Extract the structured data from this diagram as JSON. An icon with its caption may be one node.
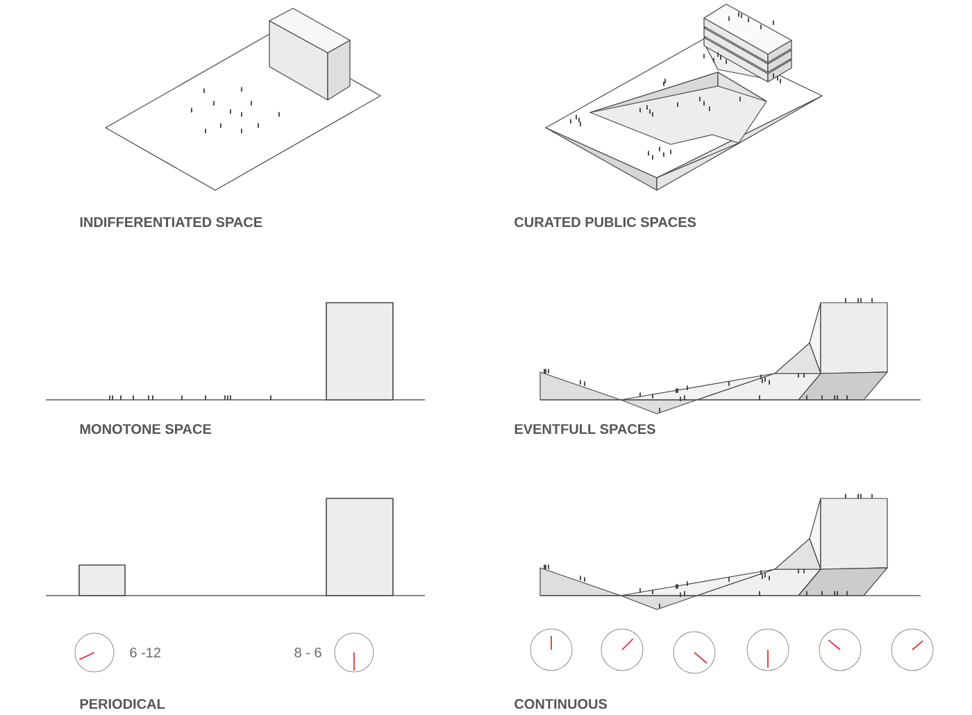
{
  "diagram": {
    "labels": [
      "INDIFFERENTIATED SPACE",
      "CURATED PUBLIC SPACES",
      "MONOTONE SPACE",
      "EVENTFULL SPACES",
      "6 -12",
      "8 - 6",
      "PERIODICAL",
      "CONTINUOUS"
    ]
  }
}
